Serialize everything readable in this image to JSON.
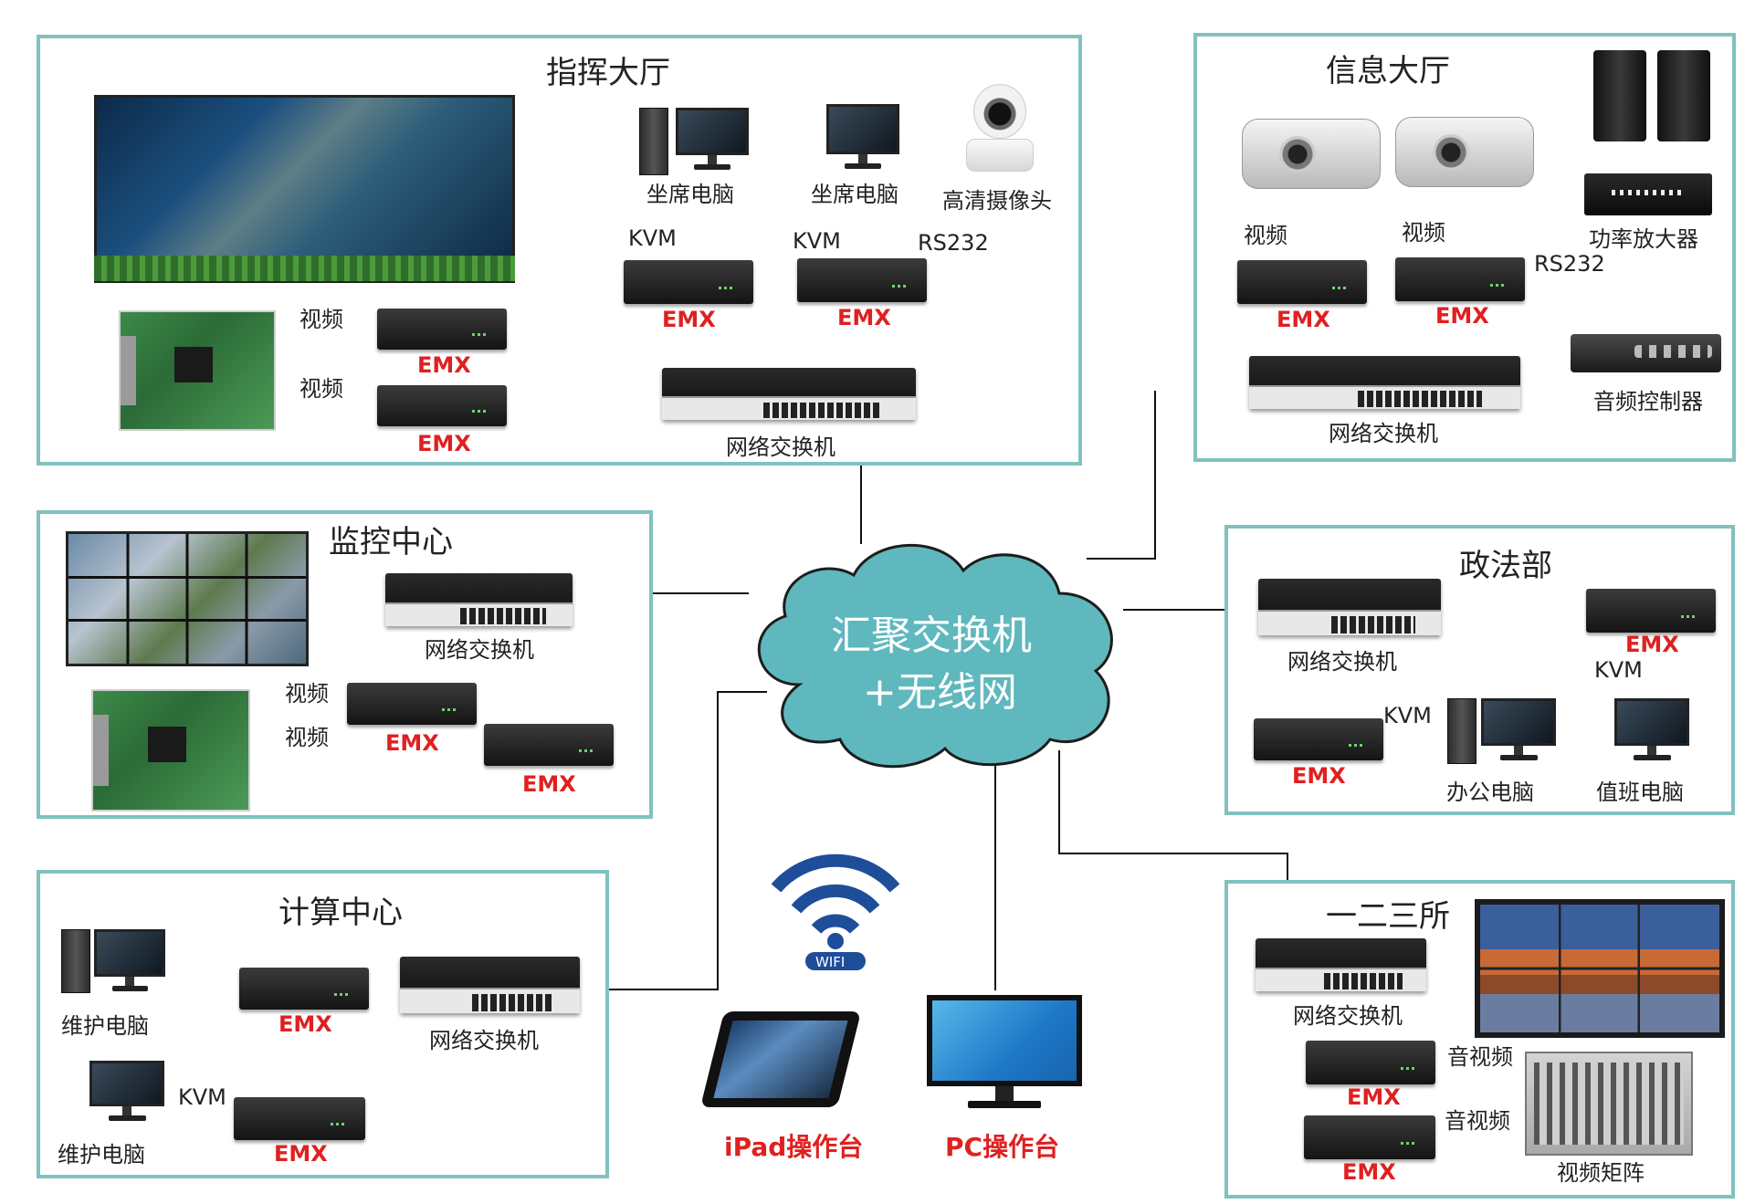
{
  "center": {
    "line1": "汇聚交换机",
    "line2": "+无线网"
  },
  "wifi_label": "WIFI",
  "ipad_label": "iPad操作台",
  "pc_label": "PC操作台",
  "emx": "EMX",
  "switch_label": "网络交换机",
  "command_hall": {
    "title": "指挥大厅",
    "seat_pc": "坐席电脑",
    "camera": "高清摄像头",
    "kvm": "KVM",
    "rs232": "RS232",
    "video": "视频"
  },
  "info_hall": {
    "title": "信息大厅",
    "video": "视频",
    "amplifier": "功率放大器",
    "rs232": "RS232",
    "audio_controller": "音频控制器"
  },
  "monitor_center": {
    "title": "监控中心",
    "video": "视频"
  },
  "politics_dept": {
    "title": "政法部",
    "kvm": "KVM",
    "office_pc": "办公电脑",
    "duty_pc": "值班电脑"
  },
  "compute_center": {
    "title": "计算中心",
    "maint_pc": "维护电脑",
    "kvm": "KVM"
  },
  "institutes": {
    "title": "一二三所",
    "av": "音视频",
    "matrix": "视频矩阵"
  },
  "colors": {
    "panel_border": "#7fc2c0",
    "cloud": "#5fb8bd",
    "emx_text": "#e02020",
    "wifi": "#1e4d9a"
  }
}
